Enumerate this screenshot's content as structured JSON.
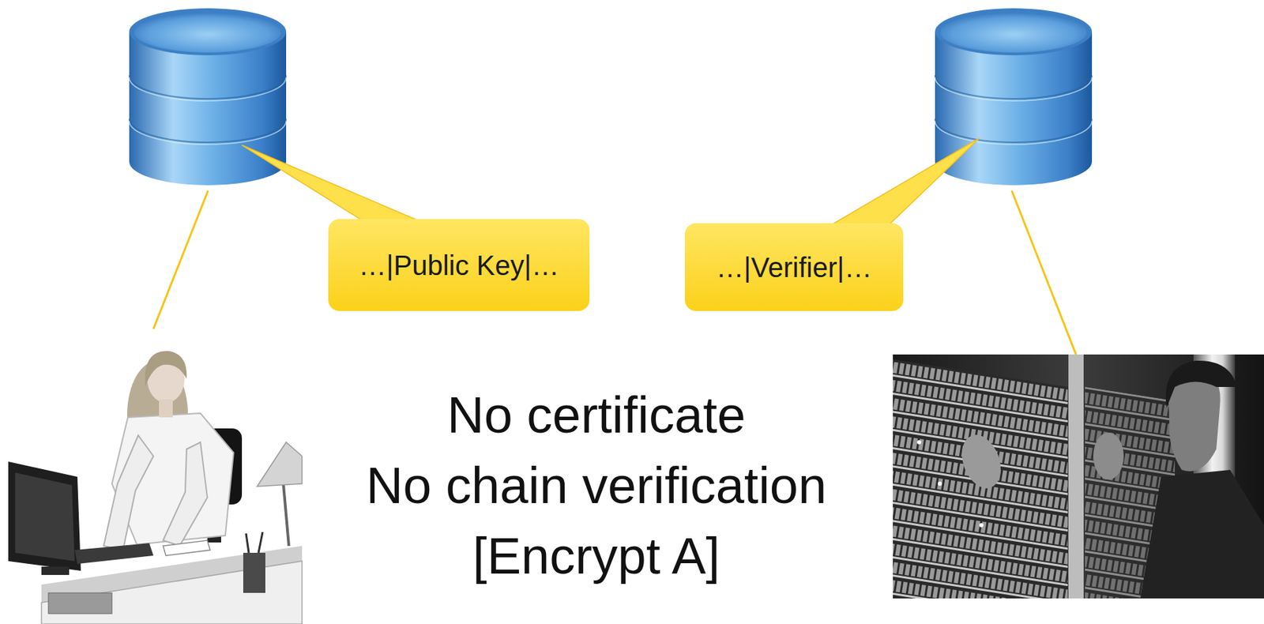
{
  "diagram": {
    "nodes": [
      {
        "text": [
          "…|Public Key|…"
        ]
      },
      {
        "text": [
          "…|Verifier|…"
        ]
      }
    ],
    "labels": [
      "No certificate",
      "No chain verification",
      "[Encrypt A]"
    ]
  }
}
